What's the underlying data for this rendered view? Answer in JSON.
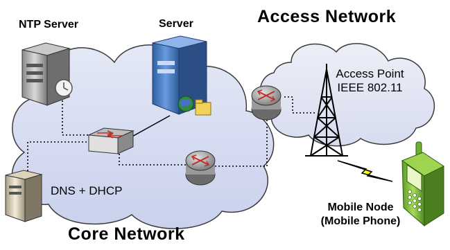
{
  "labels": {
    "access_network": "Access Network",
    "core_network": "Core Network",
    "ntp_server": "NTP Server",
    "server": "Server",
    "access_point_line1": "Access Point",
    "access_point_line2": "IEEE 802.11",
    "dns_dhcp": "DNS + DHCP",
    "mobile_node_line1": "Mobile Node",
    "mobile_node_line2": "(Mobile Phone)"
  },
  "colors": {
    "cloud_fill": "#d6dcf0",
    "cloud_stroke": "#3a3a3a",
    "server_blue": "#4a7fc6",
    "router_gray": "#8e8e8e",
    "phone_green": "#7fbf3a",
    "lightning_yellow": "#ffff00"
  }
}
